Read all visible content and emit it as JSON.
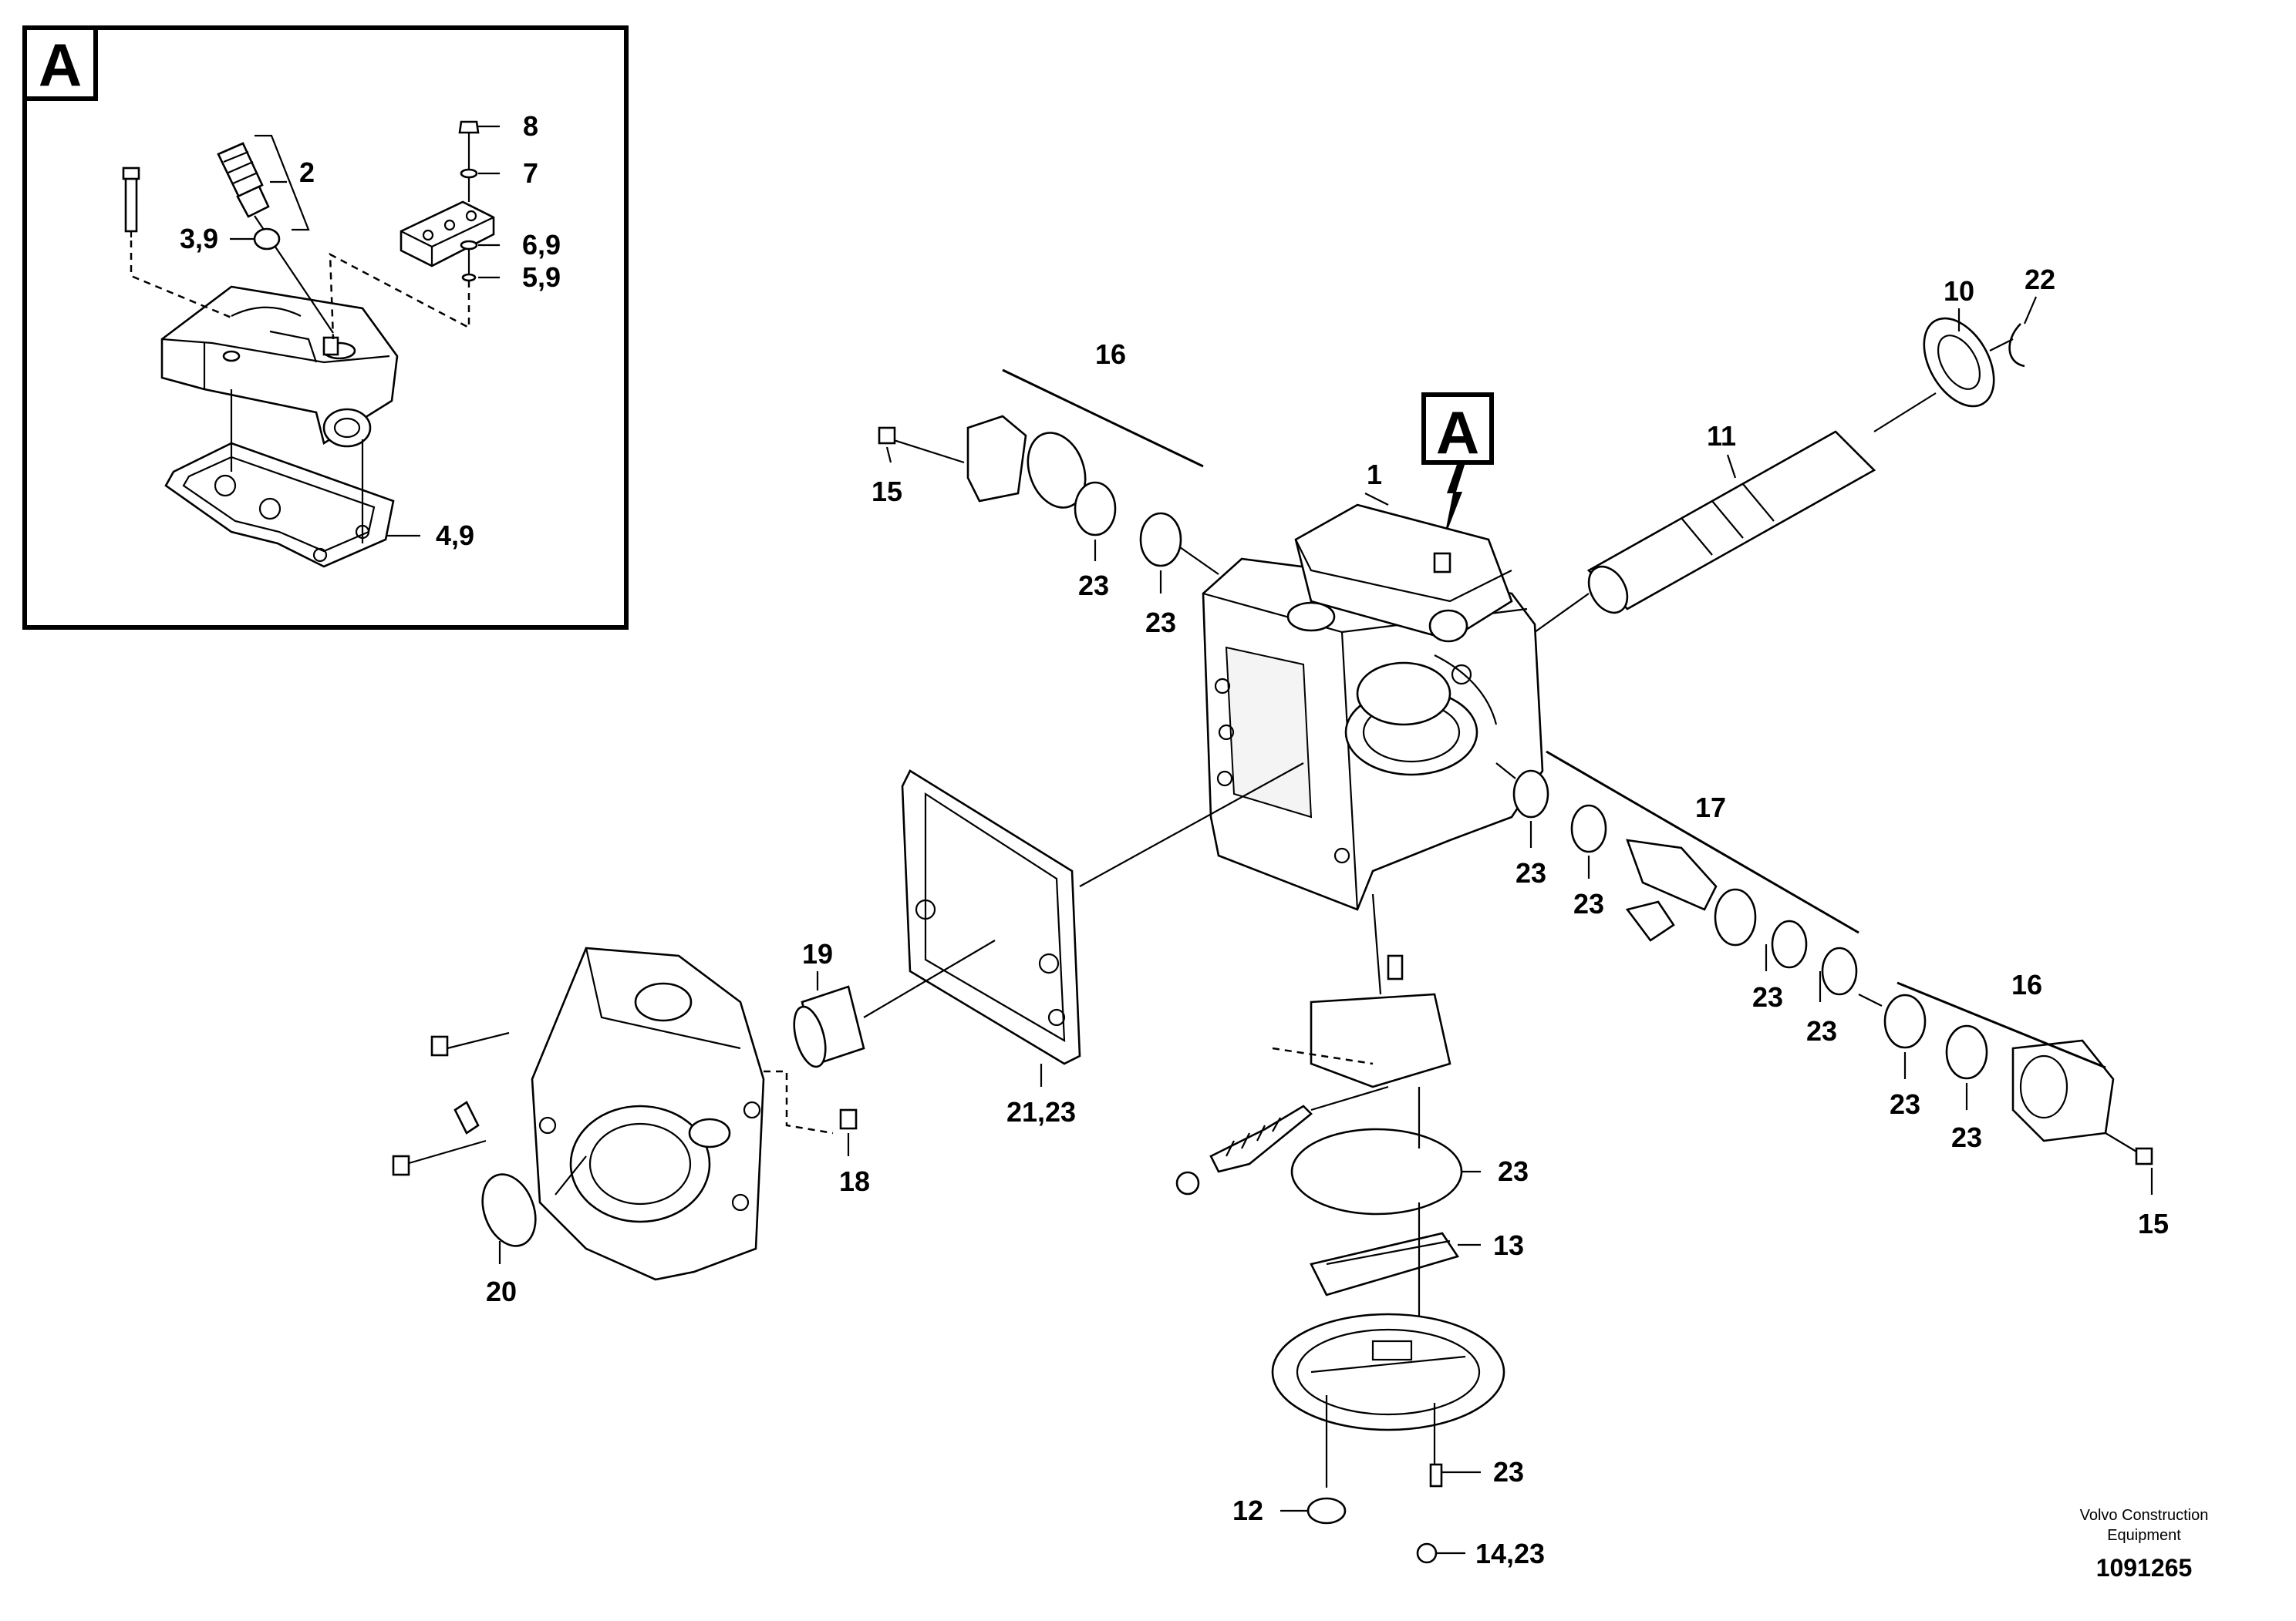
{
  "figure": {
    "detail_tag": "A",
    "footer": {
      "company_line1": "Volvo Construction",
      "company_line2": "Equipment",
      "document_number": "1091265"
    }
  },
  "callouts": {
    "inset": {
      "c2": "2",
      "c39": "3,9",
      "c8": "8",
      "c7": "7",
      "c69": "6,9",
      "c59": "5,9",
      "c49": "4,9"
    },
    "main": {
      "c1": "1",
      "c10": "10",
      "c22": "22",
      "c11": "11",
      "c16a": "16",
      "c15a": "15",
      "c23a": "23",
      "c23b": "23",
      "c17": "17",
      "c23c": "23",
      "c23d": "23",
      "c23e": "23",
      "c23f": "23",
      "c16b": "16",
      "c23g": "23",
      "c23h": "23",
      "c15b": "15",
      "c19": "19",
      "c2123": "21,23",
      "c18": "18",
      "c20": "20",
      "c23i": "23",
      "c13": "13",
      "c23j": "23",
      "c12": "12",
      "c1423": "14,23"
    }
  }
}
